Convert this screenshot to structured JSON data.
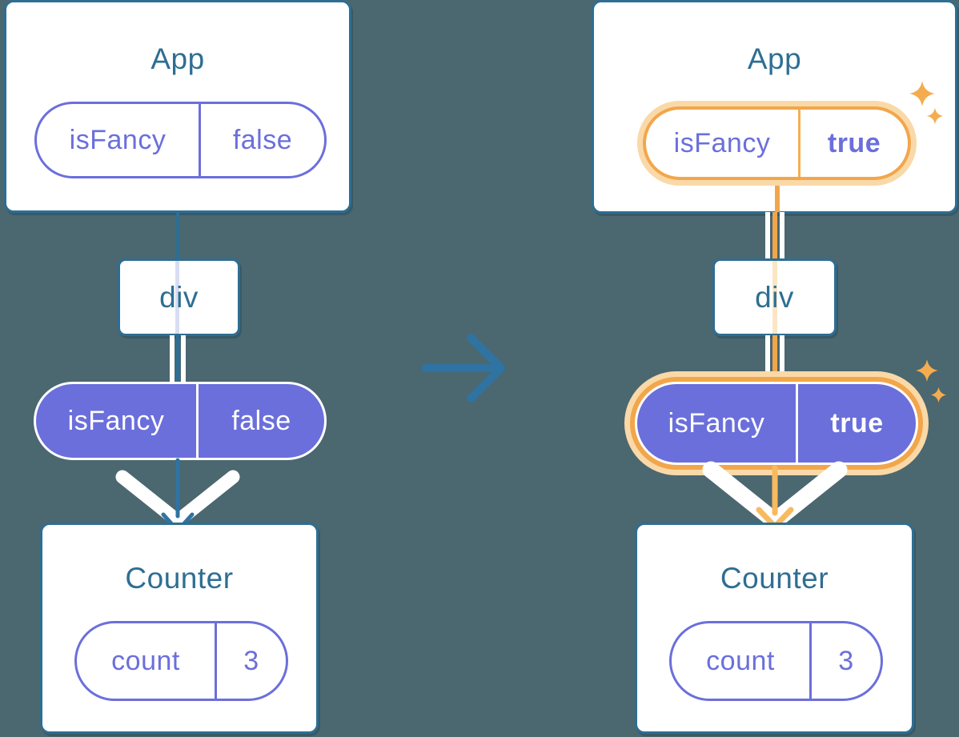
{
  "colors": {
    "background": "#4B6770",
    "card_border": "#2E6E93",
    "title_text": "#2E6E93",
    "purple": "#6B6FDB",
    "white": "#FFFFFF",
    "highlight_orange": "#F2A64B",
    "highlight_orange_pale": "#FAD9A8",
    "arrow_orange": "#F8BA5E",
    "arrow_blue": "#2E73A2",
    "lavender_stripe": "#D8DDF2",
    "peach_stripe": "#FBE5C4"
  },
  "before": {
    "app": {
      "title": "App",
      "prop_name": "isFancy",
      "prop_value": "false"
    },
    "container": {
      "title": "div"
    },
    "passed_prop": {
      "prop_name": "isFancy",
      "prop_value": "false"
    },
    "counter": {
      "title": "Counter",
      "state_name": "count",
      "state_value": "3"
    }
  },
  "after": {
    "app": {
      "title": "App",
      "prop_name": "isFancy",
      "prop_value": "true"
    },
    "container": {
      "title": "div"
    },
    "passed_prop": {
      "prop_name": "isFancy",
      "prop_value": "true"
    },
    "counter": {
      "title": "Counter",
      "state_name": "count",
      "state_value": "3"
    }
  }
}
